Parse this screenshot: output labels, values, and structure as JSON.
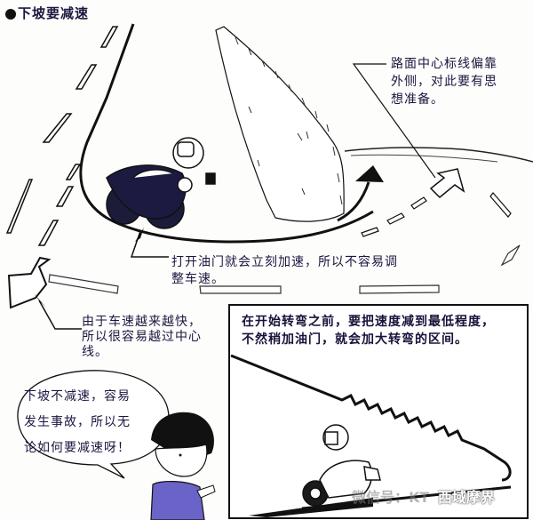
{
  "title": {
    "bullet": "●",
    "text": "下坡要减速"
  },
  "annotations": {
    "center_line": {
      "lines": [
        "路面中心标线偏靠",
        "外侧，对此要有思",
        "想准备。"
      ]
    },
    "throttle": {
      "lines": [
        "打开油门就会立刻加速，所以不容易调",
        "整车速。"
      ]
    },
    "speed": {
      "lines": [
        "由于车速越来越快，",
        "所以很容易越过中心",
        "线。"
      ]
    }
  },
  "panel": {
    "lines": [
      "在开始转弯之前，要把速度减到最低程度，",
      "不然稍加油门，就会加大转弯的区间。"
    ]
  },
  "speech_bubble": {
    "lines": [
      "下坡不减速，容易",
      "发生事故，所以无",
      "论如何要减速呀！"
    ]
  },
  "watermark": {
    "prefix": "微信号：KT",
    "brand": "西域摩界"
  },
  "colors": {
    "ink": "#111111",
    "text": "#1a1640",
    "shirt": "#6a63c8",
    "background": "#fdfdfb"
  }
}
